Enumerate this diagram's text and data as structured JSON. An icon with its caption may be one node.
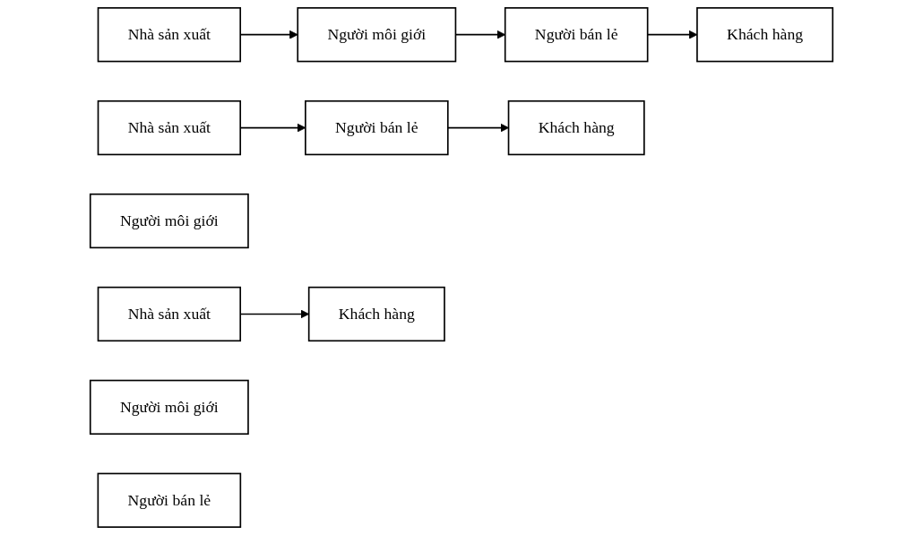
{
  "diagram": {
    "nodes": [
      {
        "text": [
          "Nhà sản xuất"
        ]
      },
      {
        "text": [
          "Người môi giới"
        ]
      },
      {
        "text": [
          "Người bán lẻ"
        ]
      },
      {
        "text": [
          "Khách hàng"
        ]
      },
      {
        "text": [
          "Nhà sản xuất"
        ]
      },
      {
        "text": [
          "Người môi giới"
        ]
      },
      {
        "text": [
          "Người bán lẻ"
        ]
      },
      {
        "text": [
          "Khách hàng"
        ]
      },
      {
        "text": [
          "Nhà sản xuất"
        ]
      },
      {
        "text": [
          "Người môi giới"
        ]
      },
      {
        "text": [
          "Người bán lẻ"
        ]
      },
      {
        "text": [
          "Khách hàng"
        ]
      }
    ],
    "edges": [
      {
        "from": 0,
        "to": 1,
        "arrow": "to"
      },
      {
        "from": 1,
        "to": 2,
        "arrow": "to"
      },
      {
        "from": 2,
        "to": 3,
        "arrow": "to"
      },
      {
        "from": 4,
        "to": 6,
        "arrow": "to"
      },
      {
        "from": 6,
        "to": 7,
        "arrow": "to"
      },
      {
        "from": 8,
        "to": 11,
        "arrow": "to"
      }
    ]
  }
}
